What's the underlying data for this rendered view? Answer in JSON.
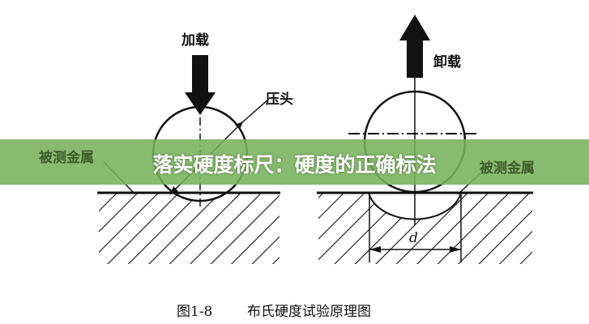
{
  "diagram": {
    "left_labels": {
      "load": "加载",
      "indenter": "压头",
      "metal": "被测金属"
    },
    "right_labels": {
      "unload": "卸载",
      "metal": "被测金属",
      "diameter": "d"
    },
    "caption": {
      "figure_no": "图1-8",
      "title": "布氏硬度试验原理图"
    }
  },
  "banner": {
    "title": "落实硬度标尺：硬度的正确标法",
    "color": "#78b05c"
  }
}
